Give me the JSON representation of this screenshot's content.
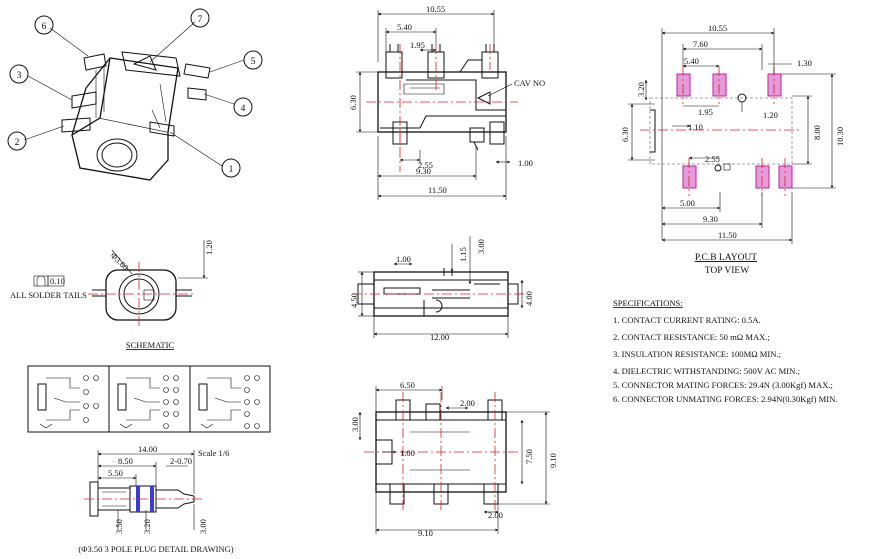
{
  "iso_view": {
    "callouts": [
      "6",
      "7",
      "5",
      "3",
      "4",
      "2",
      "1"
    ]
  },
  "front_view": {
    "dims": {
      "top_width": "10.55",
      "d540": "5.40",
      "d195": "1.95",
      "height": "6.30",
      "d255": "2.55",
      "d930": "9.30",
      "d1150": "11.50",
      "d100": "1.00"
    },
    "cav_label": "CAV NO"
  },
  "pcb": {
    "dims": {
      "top_width": "10.55",
      "d760": "7.60",
      "d540": "5.40",
      "d130": "1.30",
      "d320": "3.20",
      "d195": "1.95",
      "d120": "1.20",
      "d110": "1.10",
      "left_h": "6.30",
      "d800": "8.00",
      "d1030": "10.30",
      "d255": "2.55",
      "d500": "5.00",
      "d930": "9.30",
      "d1150": "11.50"
    },
    "title": "P.C.B LAYOUT",
    "subtitle": "TOP VIEW"
  },
  "schematic_view": {
    "d120": "1.20",
    "diameter": "Φ3.60",
    "solder_value": "0.10",
    "solder_text": "ALL SOLDER TAILS",
    "title": "SCHEMATIC"
  },
  "side_view": {
    "d100": "1.00",
    "d115": "1.15",
    "d300": "3.00",
    "d450": "4.50",
    "d400": "4.00",
    "d1200": "12.00"
  },
  "bottom_view": {
    "d650": "6.50",
    "d200a": "2.00",
    "d300": "3.00",
    "d100": "1.00",
    "d750": "7.50",
    "d910v": "9.10",
    "d200b": "2.00",
    "d910h": "9.10"
  },
  "plug": {
    "d1400": "14.00",
    "d850": "8.50",
    "d550": "5.50",
    "d2070": "2-0.70",
    "scale": "Scale 1/6",
    "d350": "3.50",
    "d320": "3.20",
    "d300": "3.00",
    "caption": "(Φ3.50 3 POLE PLUG DETAIL DRAWING)"
  },
  "specifications": {
    "heading": "SPECIFICATIONS:",
    "items": [
      "1. CONTACT CURRENT RATING: 0.5A.",
      "2. CONTACT RESISTANCE: 50 mΩ MAX.;",
      "3. INSULATION RESISTANCE: 100MΩ MIN.;",
      "4. DIELECTRIC WITHSTANDING: 500V AC MIN.;",
      "5. CONNECTOR MATING FORCES: 29.4N (3.00Kgf) MAX.;",
      "6. CONNECTOR UNMATING FORCES: 2.94N(0.30Kgf) MIN."
    ]
  },
  "colors": {
    "pad_fill": "#e59ad9",
    "pad_stroke": "#c0219f",
    "centerline": "#dd2222",
    "plug_band": "#3b3bd6"
  }
}
